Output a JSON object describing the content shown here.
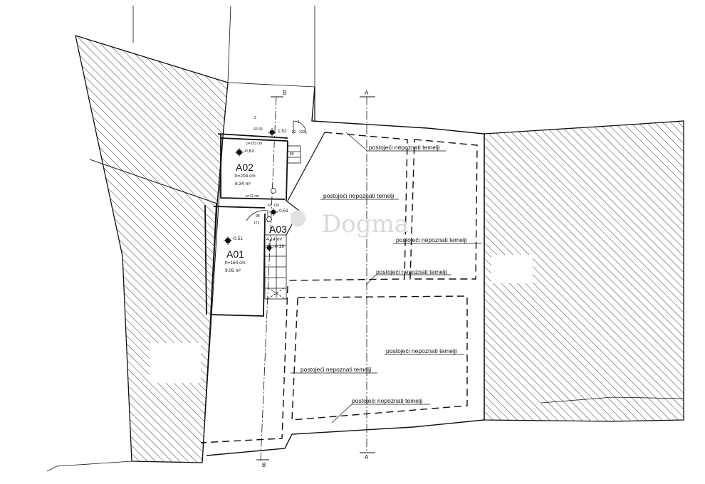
{
  "rooms": {
    "a02": {
      "code": "A02",
      "height": "h=204 cm",
      "area": "8,34 m²",
      "level": "-0,62"
    },
    "a01": {
      "code": "A01",
      "height": "h=164 cm",
      "area": "9,05 m²",
      "level": "-0,51"
    },
    "a03": {
      "code": "A03",
      "area": "4,14 m²",
      "level_1": "-0,51",
      "level_2": "-0,19"
    }
  },
  "levels": {
    "top_stair": "1,52"
  },
  "dims": {
    "p153": "p=153 cm",
    "p11": "p=11 cm",
    "d98": "98",
    "d171": "171",
    "d60a": "60",
    "d90": "90",
    "d80": "80",
    "d82": "82",
    "d233": "233",
    "d60b": "60",
    "d193": "193",
    "d2": "2",
    "d1": "1"
  },
  "sections": {
    "a": "A",
    "b": "B"
  },
  "notes": {
    "foundation": "postojeći nepoznati temelji"
  },
  "watermark": "Dogma",
  "colors": {
    "line": "#111111",
    "hatch": "#222222"
  }
}
